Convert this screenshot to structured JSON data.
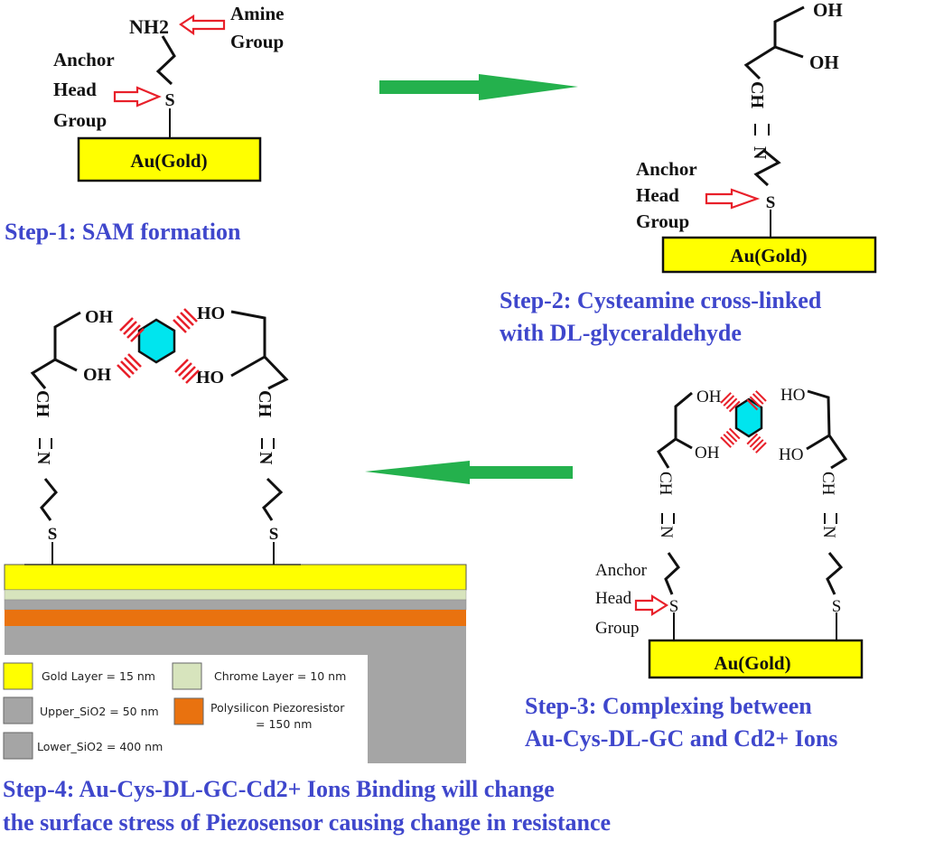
{
  "figure": {
    "type": "schematic reaction scheme",
    "colors": {
      "caption": "#3f47cc",
      "gold": "#ffff00",
      "chrome": "#d7e4bd",
      "sio2": "#a5a5a5",
      "polysilicon": "#e9720f",
      "process_arrow": "#24b14d",
      "pointer_arrow": "#e8202a",
      "cadmium_ring": "#00e5ee"
    }
  },
  "step1": {
    "caption": "Step-1: SAM formation",
    "substrate": "Au(Gold)",
    "amine_label": "NH2",
    "amine_callout": [
      "Amine",
      "Group"
    ],
    "sulfur": "S",
    "anchor_callout": [
      "Anchor",
      "Head",
      "Group"
    ]
  },
  "step2": {
    "caption": [
      "Step-2: Cysteamine cross-linked",
      "with DL-glyceraldehyde"
    ],
    "substrate": "Au(Gold)",
    "oh_top": "OH",
    "oh_mid": "OH",
    "imine": "CH=N",
    "ch": "CH",
    "eq": "=",
    "n": "N",
    "sulfur": "S",
    "anchor_callout": [
      "Anchor",
      "Head",
      "Group"
    ]
  },
  "step3": {
    "caption": [
      "Step-3: Complexing between",
      "Au-Cys-DL-GC and Cd2+ Ions"
    ],
    "substrate": "Au(Gold)",
    "left_oh": [
      "OH",
      "OH"
    ],
    "right_ho": [
      "HO",
      "HO"
    ],
    "ch": "CH",
    "eq": "=",
    "n": "N",
    "sulfur": "S",
    "anchor_callout": [
      "Anchor",
      "Head",
      "Group"
    ]
  },
  "step4": {
    "caption": [
      "Step-4: Au-Cys-DL-GC-Cd2+ Ions Binding will change",
      "the surface stress of Piezosensor causing change in resistance"
    ],
    "left_oh": [
      "OH",
      "OH"
    ],
    "right_ho": [
      "HO",
      "HO"
    ],
    "ch": "CH",
    "eq": "=",
    "n": "N",
    "sulfur": "S",
    "legend": [
      {
        "label": "Gold Layer = 15 nm",
        "color": "#ffff00"
      },
      {
        "label": "Chrome Layer = 10 nm",
        "color": "#d7e4bd"
      },
      {
        "label": "Upper_SiO2 = 50 nm",
        "color": "#a5a5a5"
      },
      {
        "label": "Polysilicon Piezoresistor",
        "label2": "= 150 nm",
        "color": "#e9720f"
      },
      {
        "label": "Lower_SiO2 = 400 nm",
        "color": "#a5a5a5"
      }
    ]
  }
}
